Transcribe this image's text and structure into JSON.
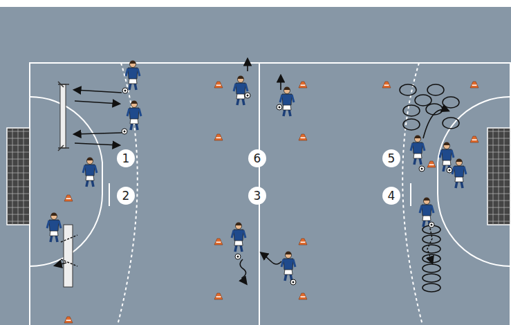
{
  "diagram": {
    "nodes": [
      {
        "text": [
          "1"
        ]
      },
      {
        "text": [
          "6"
        ]
      },
      {
        "text": [
          "5"
        ]
      },
      {
        "text": [
          "2"
        ]
      },
      {
        "text": [
          "3"
        ]
      },
      {
        "text": [
          "4"
        ]
      }
    ]
  }
}
